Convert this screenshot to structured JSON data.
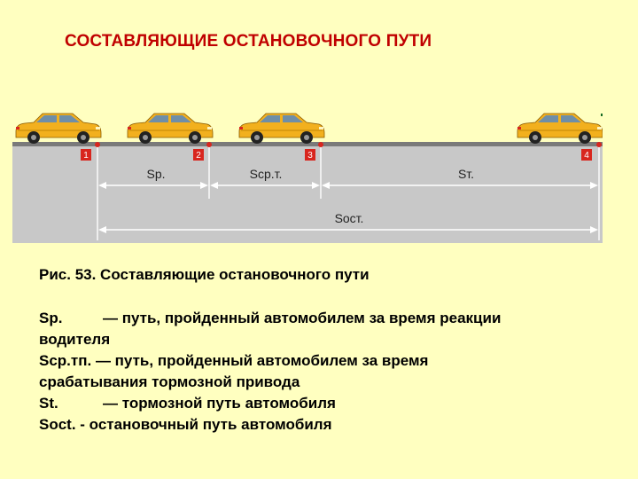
{
  "title": "СОСТАВЛЯЮЩИЕ ОСТАНОВОЧНОГО ПУТИ",
  "diagram": {
    "markers": [
      "1",
      "2",
      "3",
      "4"
    ],
    "segments": {
      "sp": "Sр.",
      "scp": "Sср.т.",
      "st": "Sт.",
      "soct": "Sост."
    },
    "colors": {
      "car": "#F2B01E",
      "marker": "#D8261E",
      "bin": "#1D8A2E",
      "road": "#C8C8C8"
    }
  },
  "caption": "Рис. 53. Составляющие остановочного пути",
  "legend": [
    {
      "sym": "Sр.",
      "text": "— путь, пройденный автомобилем за время реакции"
    },
    {
      "sym": "",
      "text": "водителя"
    },
    {
      "sym": "Sср.тп.",
      "text": " — путь, пройденный автомобилем за время"
    },
    {
      "sym": "",
      "text": "срабатывания тормозной привода"
    },
    {
      "sym": "St.",
      "text": "— тормозной путь автомобиля"
    },
    {
      "sym": "Soct.",
      "text": " - остановочный путь автомобиля"
    }
  ]
}
